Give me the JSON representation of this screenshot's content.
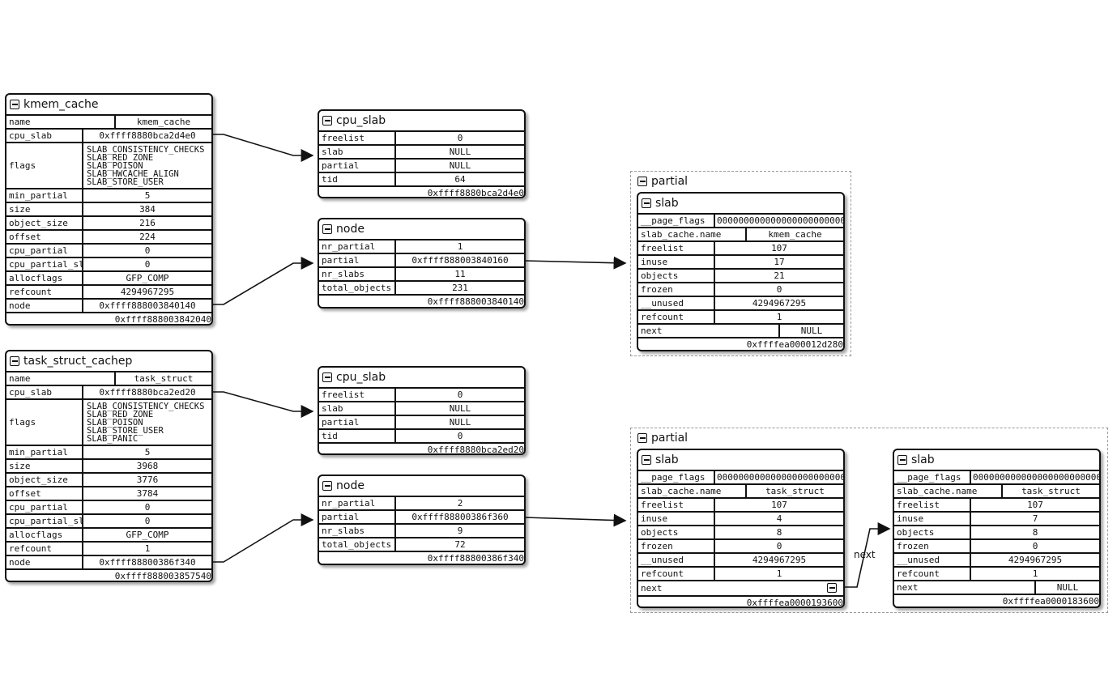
{
  "kmem_cache_1": {
    "title": "kmem_cache",
    "rows": [
      {
        "k": "name",
        "v": "kmem_cache"
      },
      {
        "k": "cpu_slab",
        "v": "0xffff8880bca2d4e0"
      },
      {
        "k": "flags",
        "v": [
          "SLAB_CONSISTENCY_CHECKS",
          "SLAB_RED_ZONE",
          "SLAB_POISON",
          "SLAB_HWCACHE_ALIGN",
          "SLAB_STORE_USER"
        ]
      },
      {
        "k": "min_partial",
        "v": "5"
      },
      {
        "k": "size",
        "v": "384"
      },
      {
        "k": "object_size",
        "v": "216"
      },
      {
        "k": "offset",
        "v": "224"
      },
      {
        "k": "cpu_partial",
        "v": "0"
      },
      {
        "k": "cpu_partial_sl",
        "v": "0"
      },
      {
        "k": "allocflags",
        "v": "GFP_COMP"
      },
      {
        "k": "refcount",
        "v": "4294967295"
      },
      {
        "k": "node",
        "v": "0xffff888003840140"
      }
    ],
    "address": "0xffff888003842040"
  },
  "kmem_cache_2": {
    "title": "task_struct_cachep",
    "rows": [
      {
        "k": "name",
        "v": "task_struct"
      },
      {
        "k": "cpu_slab",
        "v": "0xffff8880bca2ed20"
      },
      {
        "k": "flags",
        "v": [
          "SLAB_CONSISTENCY_CHECKS",
          "SLAB_RED_ZONE",
          "SLAB_POISON",
          "SLAB_STORE_USER",
          "SLAB_PANIC"
        ]
      },
      {
        "k": "min_partial",
        "v": "5"
      },
      {
        "k": "size",
        "v": "3968"
      },
      {
        "k": "object_size",
        "v": "3776"
      },
      {
        "k": "offset",
        "v": "3784"
      },
      {
        "k": "cpu_partial",
        "v": "0"
      },
      {
        "k": "cpu_partial_sl",
        "v": "0"
      },
      {
        "k": "allocflags",
        "v": "GFP_COMP"
      },
      {
        "k": "refcount",
        "v": "1"
      },
      {
        "k": "node",
        "v": "0xffff88800386f340"
      }
    ],
    "address": "0xffff888003857540"
  },
  "cpu_slab_1": {
    "title": "cpu_slab",
    "rows": [
      {
        "k": "freelist",
        "v": "0"
      },
      {
        "k": "slab",
        "v": "NULL"
      },
      {
        "k": "partial",
        "v": "NULL"
      },
      {
        "k": "tid",
        "v": "64"
      }
    ],
    "address": "0xffff8880bca2d4e0"
  },
  "node_1": {
    "title": "node",
    "rows": [
      {
        "k": "nr_partial",
        "v": "1"
      },
      {
        "k": "partial",
        "v": "0xffff888003840160"
      },
      {
        "k": "nr_slabs",
        "v": "11"
      },
      {
        "k": "total_objects",
        "v": "231"
      }
    ],
    "address": "0xffff888003840140"
  },
  "cpu_slab_2": {
    "title": "cpu_slab",
    "rows": [
      {
        "k": "freelist",
        "v": "0"
      },
      {
        "k": "slab",
        "v": "NULL"
      },
      {
        "k": "partial",
        "v": "NULL"
      },
      {
        "k": "tid",
        "v": "0"
      }
    ],
    "address": "0xffff8880bca2ed20"
  },
  "node_2": {
    "title": "node",
    "rows": [
      {
        "k": "nr_partial",
        "v": "2"
      },
      {
        "k": "partial",
        "v": "0xffff88800386f360"
      },
      {
        "k": "nr_slabs",
        "v": "9"
      },
      {
        "k": "total_objects",
        "v": "72"
      }
    ],
    "address": "0xffff88800386f340"
  },
  "partial_group_1": {
    "title": "partial"
  },
  "partial_group_2": {
    "title": "partial"
  },
  "slab_1": {
    "title": "slab",
    "rows": [
      {
        "k": "__page_flags",
        "v": "0000000000000000000000000"
      },
      {
        "k": "slab_cache.name",
        "v": "kmem_cache"
      },
      {
        "k": "freelist",
        "v": "107"
      },
      {
        "k": "inuse",
        "v": "17"
      },
      {
        "k": "objects",
        "v": "21"
      },
      {
        "k": "frozen",
        "v": "0"
      },
      {
        "k": "__unused",
        "v": "4294967295"
      },
      {
        "k": "refcount",
        "v": "1"
      },
      {
        "k": "next",
        "v": "NULL"
      }
    ],
    "address": "0xffffea000012d280"
  },
  "slab_2": {
    "title": "slab",
    "rows": [
      {
        "k": "__page_flags",
        "v": "0000000000000000000000000"
      },
      {
        "k": "slab_cache.name",
        "v": "task_struct"
      },
      {
        "k": "freelist",
        "v": "107"
      },
      {
        "k": "inuse",
        "v": "4"
      },
      {
        "k": "objects",
        "v": "8"
      },
      {
        "k": "frozen",
        "v": "0"
      },
      {
        "k": "__unused",
        "v": "4294967295"
      },
      {
        "k": "refcount",
        "v": "1"
      },
      {
        "k": "next",
        "v": ""
      }
    ],
    "address": "0xffffea0000193600"
  },
  "slab_3": {
    "title": "slab",
    "rows": [
      {
        "k": "__page_flags",
        "v": "0000000000000000000000000"
      },
      {
        "k": "slab_cache.name",
        "v": "task_struct"
      },
      {
        "k": "freelist",
        "v": "107"
      },
      {
        "k": "inuse",
        "v": "7"
      },
      {
        "k": "objects",
        "v": "8"
      },
      {
        "k": "frozen",
        "v": "0"
      },
      {
        "k": "__unused",
        "v": "4294967295"
      },
      {
        "k": "refcount",
        "v": "1"
      },
      {
        "k": "next",
        "v": "NULL"
      }
    ],
    "address": "0xffffea0000183600"
  },
  "edge_label_next": "next",
  "colors": {
    "stroke": "#111111",
    "group_border": "#999999"
  }
}
